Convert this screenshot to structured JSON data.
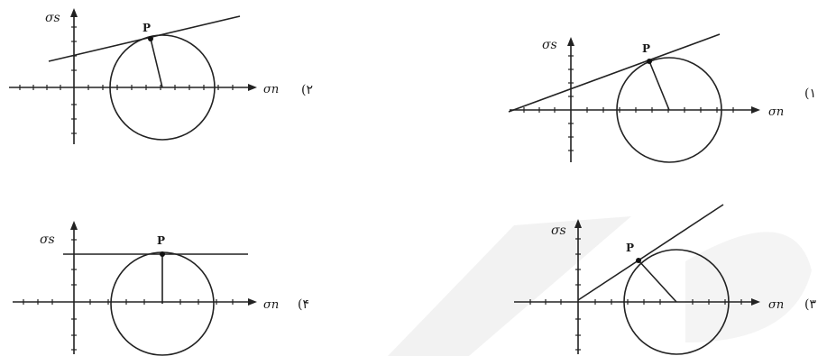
{
  "diagrams": [
    {
      "option_label": "(۲",
      "sigma_s_label": "σs",
      "sigma_n_label": "σn",
      "point_label": "P"
    },
    {
      "option_label": "(۱",
      "sigma_s_label": "σs",
      "sigma_n_label": "σn",
      "point_label": "P"
    },
    {
      "option_label": "(۴",
      "sigma_s_label": "σs",
      "sigma_n_label": "σn",
      "point_label": "P"
    },
    {
      "option_label": "(۳",
      "sigma_s_label": "σs",
      "sigma_n_label": "σn",
      "point_label": "P"
    }
  ]
}
